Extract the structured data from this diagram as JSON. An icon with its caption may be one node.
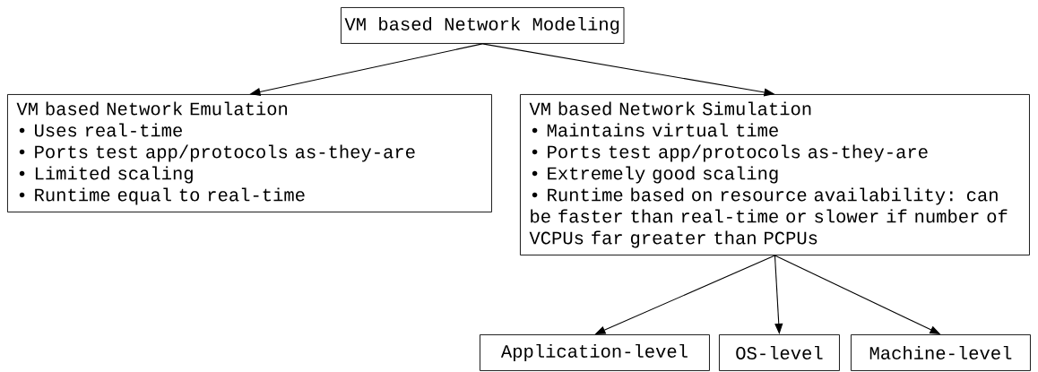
{
  "diagram": {
    "nodes": [
      {
        "text": [
          "VM based Network Modeling"
        ]
      },
      {
        "text": [
          "VM based Network Emulation",
          "• Uses real-time",
          "• Ports test app/protocols as-they-are",
          "• Limited scaling",
          "• Runtime equal to real-time"
        ]
      },
      {
        "text": [
          "VM based Network Simulation",
          "• Maintains virtual time",
          "• Ports test app/protocols as-they-are",
          "• Extremely good scaling",
          "• Runtime based on resource availability: can be faster than real-time or slower if number of VCPUs far greater than PCPUs"
        ]
      },
      {
        "text": [
          "Application-level"
        ]
      },
      {
        "text": [
          "OS-level"
        ]
      },
      {
        "text": [
          "Machine-level"
        ]
      }
    ],
    "edges": [
      {
        "from": 0,
        "to": 1,
        "arrow": "to"
      },
      {
        "from": 0,
        "to": 2,
        "arrow": "to"
      },
      {
        "from": 2,
        "to": 3,
        "arrow": "to"
      },
      {
        "from": 2,
        "to": 4,
        "arrow": "to"
      },
      {
        "from": 2,
        "to": 5,
        "arrow": "to"
      }
    ]
  }
}
